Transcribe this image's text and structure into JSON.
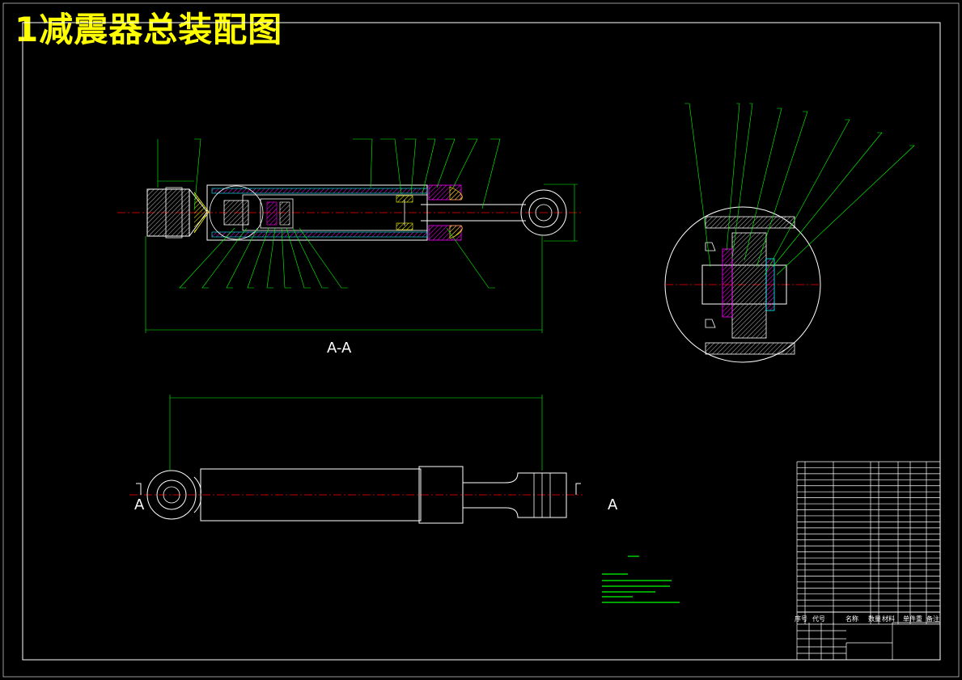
{
  "title": "1减震器总装配图",
  "section_label": "A-A",
  "view_marker_left": "A",
  "view_marker_right": "A",
  "colors": {
    "background": "#000000",
    "outline": "#ffffff",
    "leader": "#00ff00",
    "centerline": "#ff0000",
    "hatch": "#ff00ff",
    "title": "#ffff00"
  },
  "title_block": {
    "header": [
      "序号",
      "代号",
      "名称",
      "数量",
      "材料",
      "单件重",
      "备注"
    ]
  }
}
